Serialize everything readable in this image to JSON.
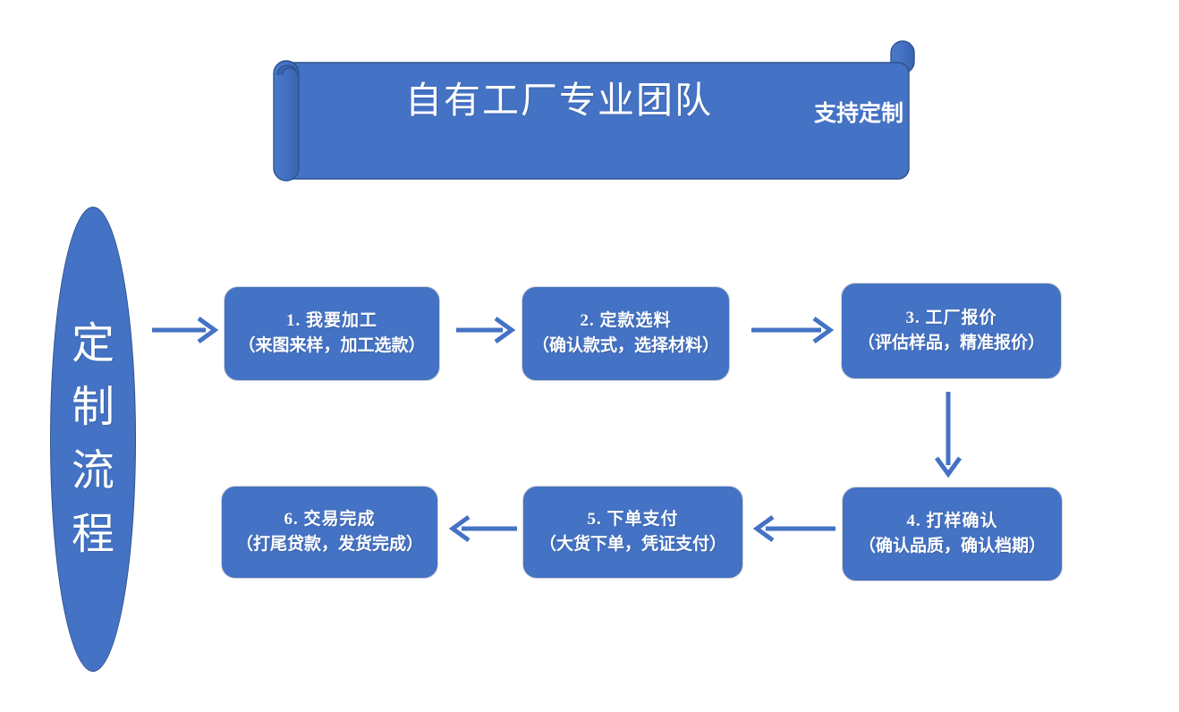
{
  "banner": {
    "title": "自有工厂专业团队",
    "subtitle": "支持定制",
    "color": "#4472C4"
  },
  "flow_label": {
    "chars": [
      "定",
      "制",
      "流",
      "程"
    ],
    "text": "定制流程"
  },
  "steps": [
    {
      "id": 1,
      "line1": "1. 我要加工",
      "line2": "（来图来样，加工选款）"
    },
    {
      "id": 2,
      "line1": "2. 定款选料",
      "line2": "（确认款式，选择材料）"
    },
    {
      "id": 3,
      "line1": "3. 工厂报价",
      "line2": "（评估样品，精准报价）"
    },
    {
      "id": 4,
      "line1": "4. 打样确认",
      "line2": "（确认品质，确认档期）"
    },
    {
      "id": 5,
      "line1": "5. 下单支付",
      "line2": "（大货下单，凭证支付）"
    },
    {
      "id": 6,
      "line1": "6. 交易完成",
      "line2": "（打尾贷款，发货完成）"
    }
  ],
  "arrows": [
    {
      "name": "ellipse-to-step-1",
      "direction": "right"
    },
    {
      "name": "step-1-to-step-2",
      "direction": "right"
    },
    {
      "name": "step-2-to-step-3",
      "direction": "right"
    },
    {
      "name": "step-3-to-step-4",
      "direction": "down"
    },
    {
      "name": "step-4-to-step-5",
      "direction": "left"
    },
    {
      "name": "step-5-to-step-6",
      "direction": "left"
    }
  ],
  "colors": {
    "accent": "#4472C4",
    "accent_dark": "#2F528F",
    "arrow": "#4472C4",
    "box_border": "#D4D4D4",
    "text_on_accent": "#FFFFFF",
    "background": "#FFFFFF"
  }
}
